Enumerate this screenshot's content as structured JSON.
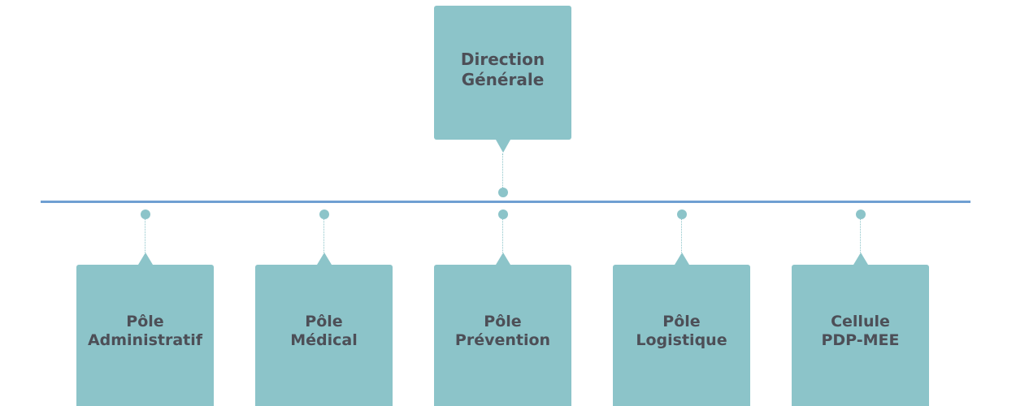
{
  "colors": {
    "box_fill": "#8cc4c9",
    "text": "#4d4f57",
    "bus_line": "#6f9fd2"
  },
  "root": {
    "lines": [
      "Direction",
      "Générale"
    ]
  },
  "children": [
    {
      "lines": [
        "Pôle",
        "Administratif"
      ]
    },
    {
      "lines": [
        "Pôle",
        "Médical"
      ]
    },
    {
      "lines": [
        "Pôle",
        "Prévention"
      ]
    },
    {
      "lines": [
        "Pôle",
        "Logistique"
      ]
    },
    {
      "lines": [
        "Cellule",
        "PDP-MEE"
      ]
    }
  ]
}
